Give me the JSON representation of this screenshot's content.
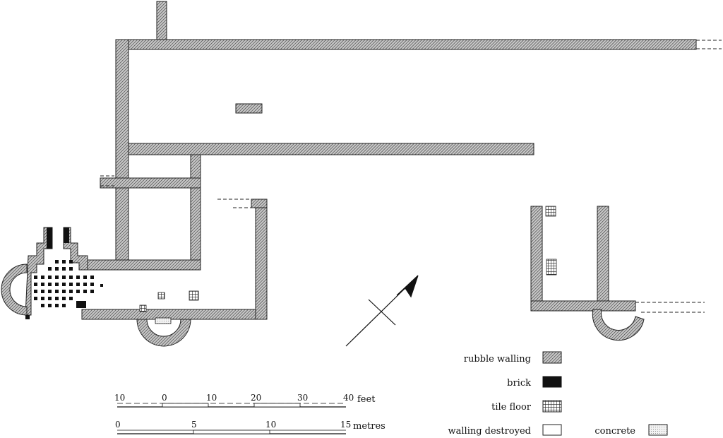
{
  "legend": {
    "items": [
      {
        "label": "rubble walling",
        "swatch": "rubble"
      },
      {
        "label": "brick",
        "swatch": "brick"
      },
      {
        "label": "tile floor",
        "swatch": "tile"
      },
      {
        "label": "walling destroyed",
        "swatch": "destroyed"
      },
      {
        "label": "concrete",
        "swatch": "concrete"
      }
    ]
  },
  "scale_feet": {
    "ticks": [
      "10",
      "0",
      "10",
      "20",
      "30",
      "40"
    ],
    "unit": "feet"
  },
  "scale_metres": {
    "ticks": [
      "0",
      "5",
      "10",
      "15"
    ],
    "unit": "metres"
  },
  "colors": {
    "rubble": "#9a9a9a",
    "brick": "#111111",
    "ink": "#222222",
    "concrete": "#e4e4e4"
  }
}
